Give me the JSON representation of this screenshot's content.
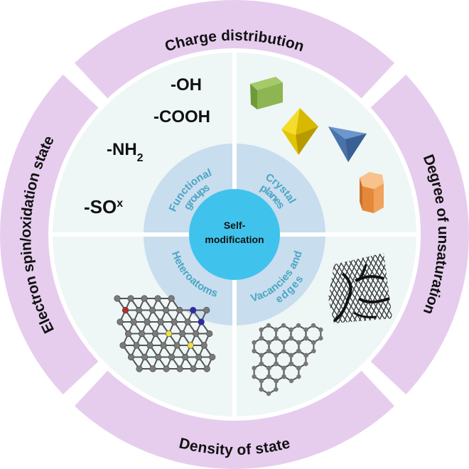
{
  "colors": {
    "outer_ring": "#e6cdee",
    "quadrant_bg": "#eef6f6",
    "inner_ring": "#c8ddee",
    "center": "#3fc3ec",
    "inner_text": "#4aa6c4",
    "divider": "#ffffff"
  },
  "outer_ring": {
    "top": "Charge distribution",
    "right": "Degree of unsaturation",
    "bottom": "Density of state",
    "left": "Electron spin/oxidation state"
  },
  "inner_ring": {
    "top_left": [
      "Functional",
      "groups"
    ],
    "top_right": [
      "Crystal",
      "planes"
    ],
    "bottom_left": [
      "Heteroatoms"
    ],
    "bottom_right": [
      "Vacancies and",
      "edges"
    ]
  },
  "center": {
    "line1": "Self-",
    "line2": "modification"
  },
  "functional_groups": {
    "oh": "-OH",
    "cooh": "-COOH",
    "nh2_main": "-NH",
    "nh2_sub": "2",
    "sox_main": "-SO",
    "sox_sup": "x"
  },
  "icons": {
    "top_right": [
      "green-cube-icon",
      "yellow-octahedron-icon",
      "blue-tetrahedron-icon",
      "orange-hexagonal-prism-icon"
    ],
    "bottom_left": "doped-graphene-lattice-icon",
    "bottom_right": [
      "defect-mesh-icon",
      "hexagonal-lattice-icon"
    ]
  }
}
